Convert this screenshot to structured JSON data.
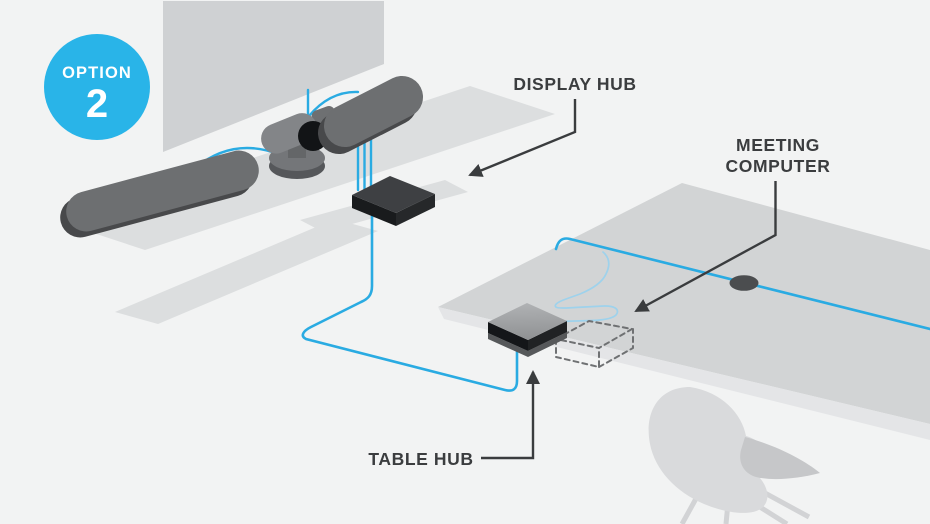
{
  "badge": {
    "label": "OPTION",
    "number": "2"
  },
  "labels": {
    "display_hub": "DISPLAY HUB",
    "meeting_computer_line1": "MEETING",
    "meeting_computer_line2": "COMPUTER",
    "table_hub": "TABLE HUB"
  },
  "illustrations": {
    "display_screen": "wall-mounted display",
    "left_speaker": "speaker bar left",
    "right_speaker": "speaker bar right",
    "camera": "ptz conference camera",
    "display_hub_device": "display hub box",
    "table_hub_device": "table hub box",
    "meeting_computer_placeholder": "dashed meeting computer outline",
    "cable_grommet": "table cable grommet",
    "conference_table": "meeting table",
    "chair": "meeting chair"
  },
  "colors": {
    "background": "#f2f3f3",
    "badge_blue": "#29b4e8",
    "cable_blue": "#2aabe2",
    "cable_light_blue": "#9ed2ec",
    "label_dark": "#3b3d3f",
    "table_gray": "#d2d4d5",
    "shelf_gray": "#dcdedf",
    "device_dark": "#3e4043"
  }
}
